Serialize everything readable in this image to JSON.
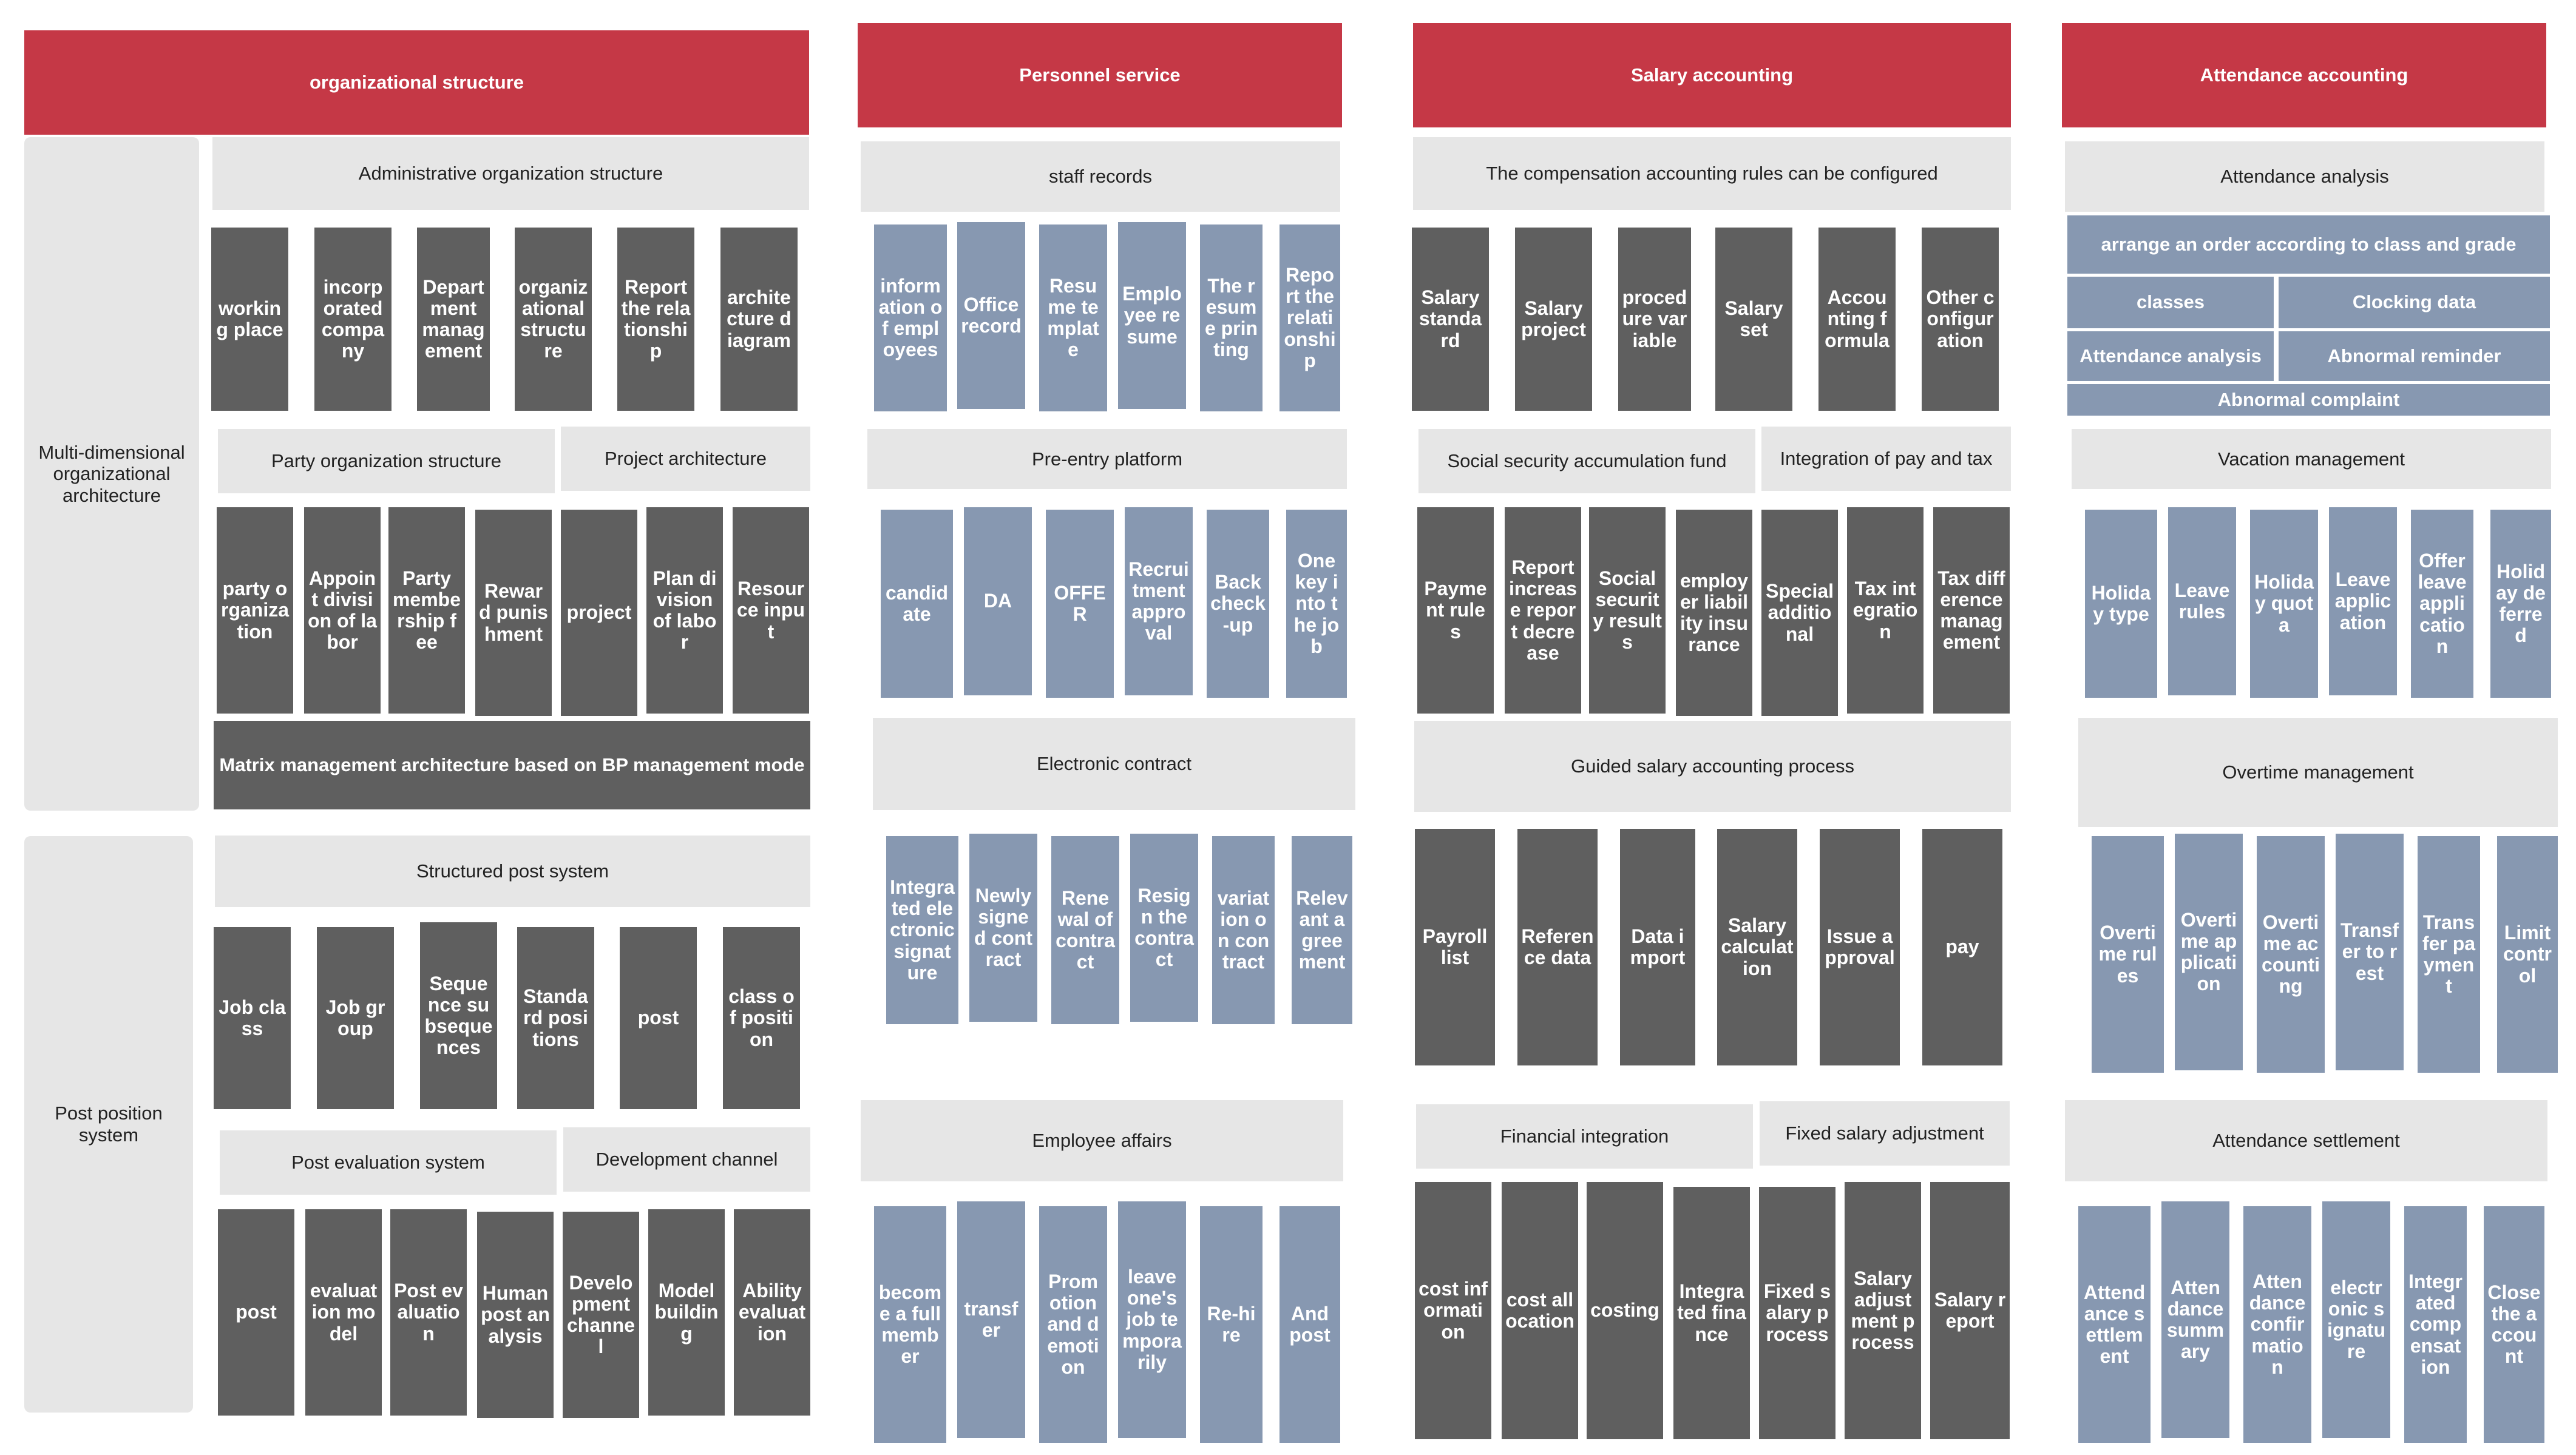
{
  "colors": {
    "header": "#c53846",
    "dark_tile": "#5f5f5f",
    "blue_tile": "#8798b1",
    "label_bg": "#e6e6e6"
  },
  "headers": [
    "organizational structure",
    "Personnel service",
    "Salary accounting",
    "Attendance accounting"
  ],
  "sides": {
    "multi": "Multi-dimensional organizational architecture",
    "post": "Post position system"
  },
  "org": {
    "admin": "Administrative organization structure",
    "admin_items": [
      "working place",
      "incorporated company",
      "Department management",
      "organizational structure",
      "Report the relationship",
      "architecture diagram"
    ],
    "party": "Party organization structure",
    "project": "Project architecture",
    "party_items": [
      "party organization",
      "Appoint division of labor",
      "Party membership fee",
      "Reward punishment",
      "project",
      "Plan division of labor",
      "Resource input"
    ],
    "matrix": "Matrix management architecture based on BP management mode",
    "structured": "Structured post system",
    "structured_items": [
      "Job class",
      "Job group",
      "Sequence subsequences",
      "Standard positions",
      "post",
      "class of position"
    ],
    "evaluation": "Post evaluation system",
    "development": "Development channel",
    "evaluation_items": [
      "post",
      "evaluation model",
      "Post evaluation",
      "Human post analysis",
      "Development channel",
      "Model building",
      "Ability evaluation"
    ]
  },
  "personnel": {
    "records": "staff records",
    "records_items": [
      "information of employees",
      "Office record",
      "Resume template",
      "Employee resume",
      "The resume printing",
      "Report the relationship"
    ],
    "preentry": "Pre-entry platform",
    "preentry_items": [
      "candidate",
      "DA",
      "OFFER",
      "Recruitment approval",
      "Back check-up",
      "One key into the job"
    ],
    "contract": "Electronic contract",
    "contract_items": [
      "Integrated electronic signature",
      "Newly signed contract",
      "Renewal of contract",
      "Resign the contract",
      "variation on contract",
      "Relevant agreement"
    ],
    "affairs": "Employee affairs",
    "affairs_items": [
      "become a full member",
      "transfer",
      "Promotion and demotion",
      "leave one's job temporarily",
      "Re-hire",
      "And post"
    ]
  },
  "salary": {
    "rules": "The compensation accounting rules can be configured",
    "rules_items": [
      "Salary standard",
      "Salary project",
      "procedure variable",
      "Salary set",
      "Accounting formula",
      "Other configuration"
    ],
    "social": "Social security accumulation fund",
    "tax": "Integration of pay and tax",
    "social_items": [
      "Payment rules",
      "Report increase report decrease",
      "Social security results",
      "employer liability insurance",
      "Special additional",
      "Tax integration",
      "Tax difference management"
    ],
    "guided": "Guided salary accounting process",
    "guided_items": [
      "Payroll list",
      "Reference data",
      "Data import",
      "Salary calculation",
      "Issue approval",
      "pay"
    ],
    "financial": "Financial integration",
    "fixed": "Fixed salary adjustment",
    "financial_items": [
      "cost information",
      "cost allocation",
      "costing",
      "Integrated finance",
      "Fixed salary process",
      "Salary adjustment process",
      "Salary report"
    ]
  },
  "attendance": {
    "analysis": "Attendance analysis",
    "arrange": "arrange an order according to class and grade",
    "classes": "classes",
    "clocking": "Clocking data",
    "att_analysis": "Attendance analysis",
    "abnormal_reminder": "Abnormal reminder",
    "abnormal_complaint": "Abnormal complaint",
    "vacation": "Vacation management",
    "vacation_items": [
      "Holiday type",
      "Leave rules",
      "Holiday quota",
      "Leave application",
      "Offer leave application",
      "Holiday deferred"
    ],
    "overtime": "Overtime management",
    "overtime_items": [
      "Overtime rules",
      "Overtime application",
      "Overtime accounting",
      "Transfer to rest",
      "Transfer payment",
      "Limit control"
    ],
    "settlement": "Attendance settlement",
    "settlement_items": [
      "Attendance settlement",
      "Attendance summary",
      "Attendance confirmation",
      "electronic signature",
      "Integrated compensation",
      "Close the account"
    ]
  }
}
